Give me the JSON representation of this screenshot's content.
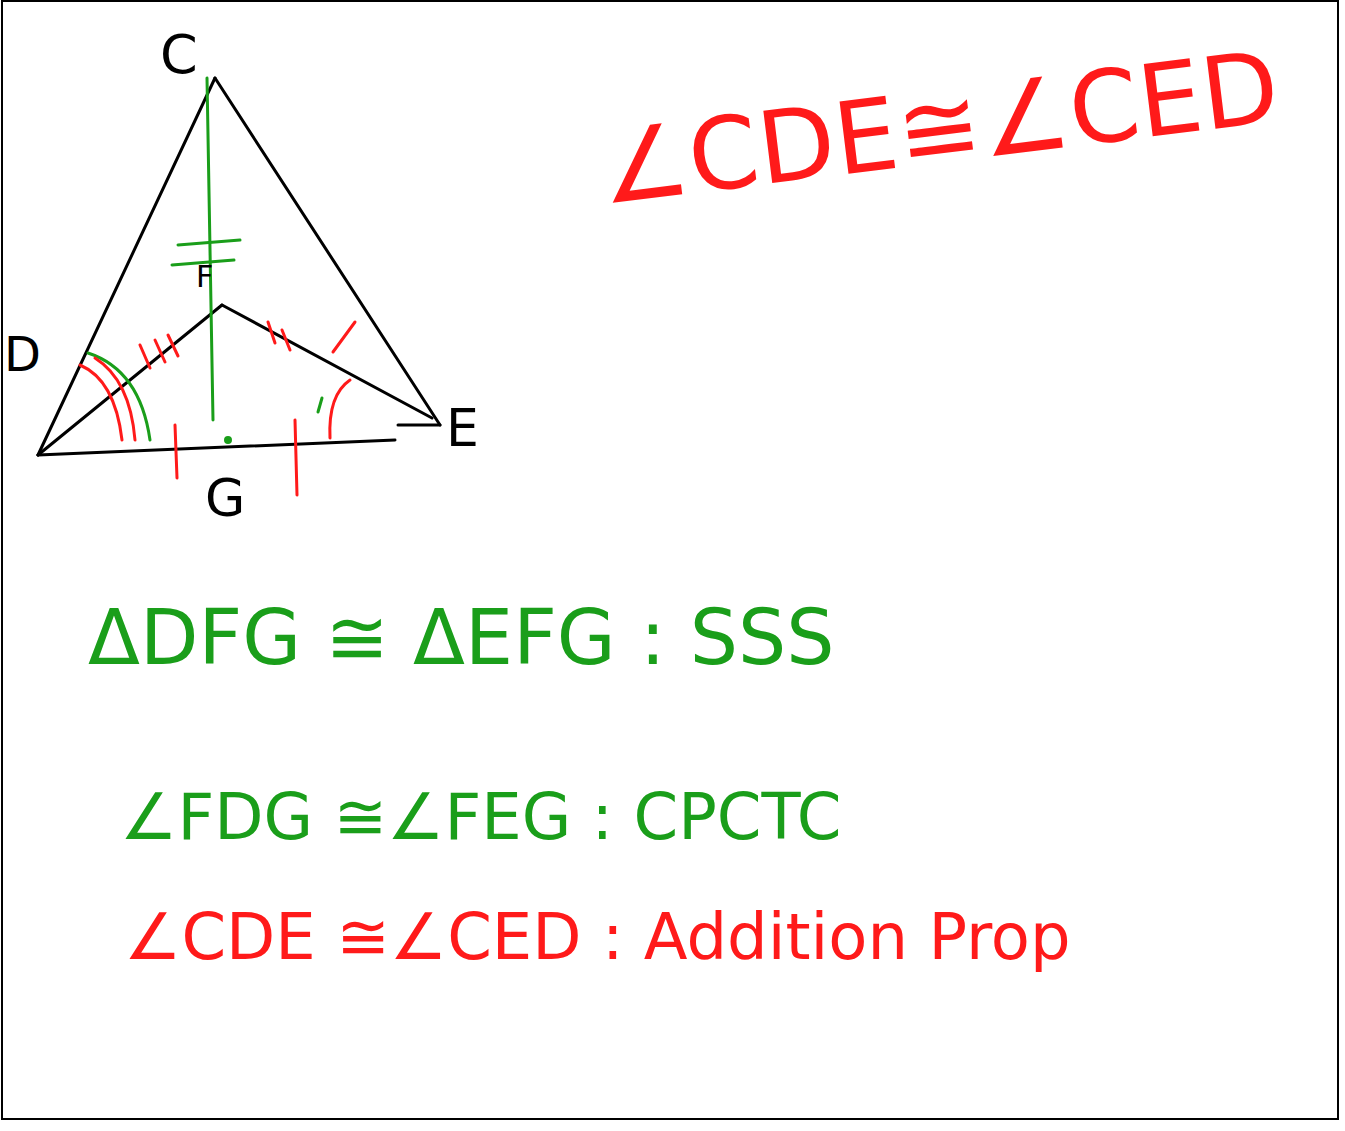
{
  "diagram": {
    "labels": [
      "C",
      "D",
      "E",
      "F",
      "G",
      "∠CDE≅∠CED",
      "ΔDFG ≅ ΔEFG : SSS",
      "∠FDG ≅∠FEG : CPCTC",
      "∠CDE ≅∠CED : Addition Prop"
    ]
  }
}
